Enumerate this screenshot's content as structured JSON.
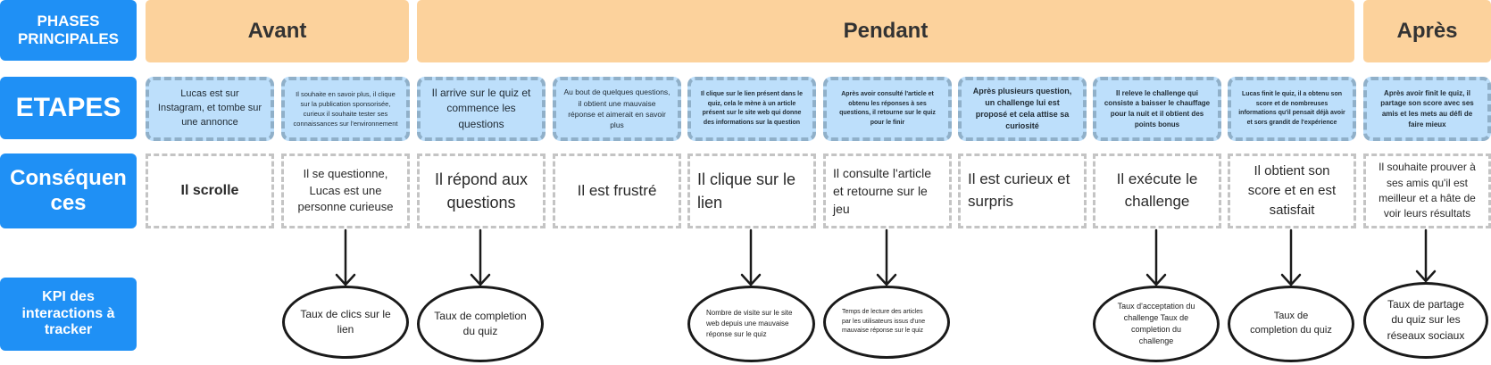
{
  "row_labels": {
    "phases": "PHASES PRINCIPALES",
    "etapes": "ETAPES",
    "consequences": "Conséquences",
    "kpi": "KPI des interactions à tracker"
  },
  "phases": [
    "Avant",
    "Pendant",
    "Après"
  ],
  "etapes": [
    "Lucas est sur Instagram, et tombe sur une annonce",
    "Il souhaite en savoir plus, il clique sur la publication sponsorisée, curieux il souhaite tester ses connaissances sur l'environnement",
    "Il arrive sur le quiz et commence les questions",
    "Au bout de quelques questions, il obtient une mauvaise réponse et aimerait en savoir plus",
    "Il clique sur le lien présent dans le quiz, cela le mène à un article présent sur le site web qui donne des informations sur la question",
    "Après avoir consulté l'article et obtenu les réponses à ses questions, il retourne sur le quiz pour le finir",
    "Après plusieurs question, un challenge lui est proposé et cela attise sa curiosité",
    "Il releve le challenge qui consiste a baisser le chauffage pour la nuit et il obtient des points bonus",
    "Lucas finit le quiz, il a obtenu son score et de nombreuses informations qu'il pensait déjà avoir et sors grandit de l'expérience",
    "Après avoir finit le quiz, il partage son score avec ses amis et les mets au défi de faire mieux"
  ],
  "consequences": [
    "Il scrolle",
    "Il se questionne, Lucas est une personne curieuse",
    "Il répond aux questions",
    "Il est frustré",
    "Il clique sur le lien",
    "Il consulte l'article et retourne sur le jeu",
    "Il est curieux et surpris",
    "Il exécute le challenge",
    "Il obtient son score et en est satisfait",
    "Il souhaite prouver à ses amis qu'il est meilleur et a hâte de voir leurs résultats"
  ],
  "kpis": [
    "Taux de clics sur le lien",
    "Taux de completion du quiz",
    "Nombre de visite sur le site web depuis une mauvaise réponse sur le quiz",
    "Temps de lecture des articles par les utilisateurs issus d'une mauvaise réponse sur le quiz",
    "Taux d'acceptation du challenge Taux de completion du challenge",
    "Taux de completion du quiz",
    "Taux de partage du quiz sur les réseaux sociaux"
  ],
  "colors": {
    "label_blue": "#1f90f5",
    "phase_orange": "#fcd29c",
    "step_blue": "#bddffb",
    "step_border": "#90b0c9",
    "dash_grey": "#c4c4c4"
  }
}
